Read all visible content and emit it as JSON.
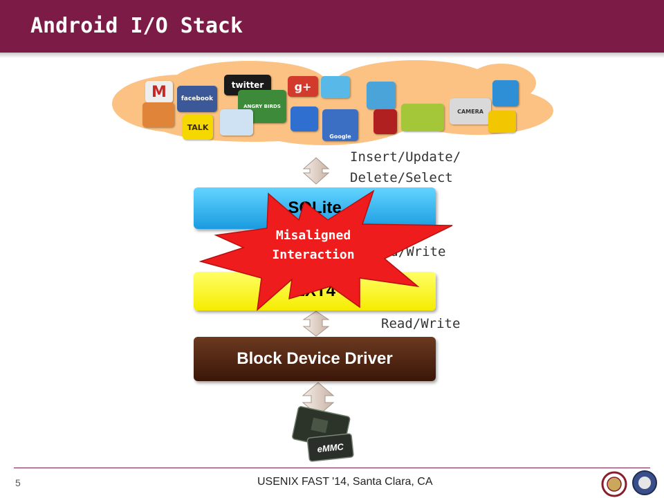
{
  "slide": {
    "title": "Android I/O Stack",
    "page_number": "5",
    "footer": "USENIX FAST '14, Santa Clara, CA"
  },
  "app_icons": [
    {
      "name": "gmail-icon",
      "text": "M",
      "color": "#e8e8e8"
    },
    {
      "name": "facebook-icon",
      "text": "facebook",
      "color": "#3b5998"
    },
    {
      "name": "twitter-icon",
      "text": "twitter",
      "color": "#1a1a1a"
    },
    {
      "name": "google-plus-icon",
      "text": "g+",
      "color": "#d23a2c"
    },
    {
      "name": "twitter-bird-icon",
      "text": "",
      "color": "#58b8e8"
    },
    {
      "name": "contacts-icon",
      "text": "",
      "color": "#e0843a"
    },
    {
      "name": "kakaotalk-icon",
      "text": "TALK",
      "color": "#f5d800"
    },
    {
      "name": "angry-birds-icon",
      "text": "ANGRY BIRDS",
      "color": "#3d8a3a"
    },
    {
      "name": "phone-icon",
      "text": "",
      "color": "#cfe2f3"
    },
    {
      "name": "chat-icon",
      "text": "",
      "color": "#2f6fcf"
    },
    {
      "name": "google-search-icon",
      "text": "Google",
      "color": "#3a6fc4"
    },
    {
      "name": "browser-icon",
      "text": "",
      "color": "#4aa3d9"
    },
    {
      "name": "kakaostory-icon",
      "text": "",
      "color": "#b02020"
    },
    {
      "name": "android-icon",
      "text": "",
      "color": "#a4c639"
    },
    {
      "name": "camera-icon",
      "text": "CAMERA",
      "color": "#d9d9d9"
    },
    {
      "name": "dropbox-icon",
      "text": "",
      "color": "#2f8fd6"
    },
    {
      "name": "gallery-icon",
      "text": "",
      "color": "#f2c600"
    }
  ],
  "layers": {
    "sqlite": "SQLite",
    "ext4": "EXT4",
    "block_device_driver": "Block Device Driver",
    "storage_label": "eMMC"
  },
  "operations": {
    "app_to_sqlite_line1": "Insert/Update/",
    "app_to_sqlite_line2": "Delete/Select",
    "sqlite_to_ext4": "Read/Write",
    "ext4_to_driver": "Read/Write"
  },
  "callout": {
    "line1": "Misaligned",
    "line2": "Interaction"
  },
  "colors": {
    "title_bar": "#7d1b47",
    "cloud": "#fbc283",
    "sqlite": "#1a9be0",
    "ext4": "#f5ec00",
    "block_driver": "#4a2010",
    "callout": "#ee1c1c",
    "arrow": "#d9c9c0"
  }
}
